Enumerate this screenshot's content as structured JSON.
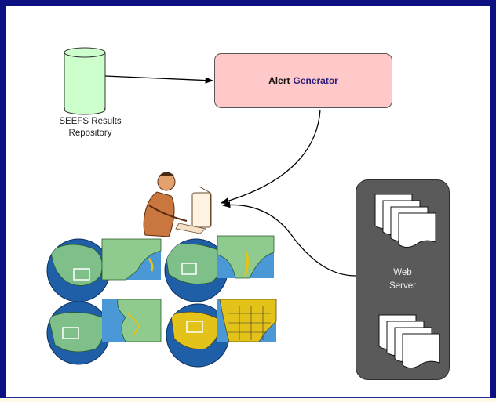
{
  "repository": {
    "line1": "SEEFS Results",
    "line2": "Repository"
  },
  "alert_generator": {
    "word1": "Alert",
    "word2": "Generator"
  },
  "web_server": {
    "line1": "Web",
    "line2": "Server"
  },
  "colors": {
    "frame": "#0c1080",
    "cylinder": "#ccffcc",
    "alert_box": "#ffc9c9",
    "server": "#5a5a5a"
  },
  "icons": [
    "database-cylinder-icon",
    "person-at-computer-icon",
    "regional-maps-icon",
    "document-stack-icon"
  ]
}
